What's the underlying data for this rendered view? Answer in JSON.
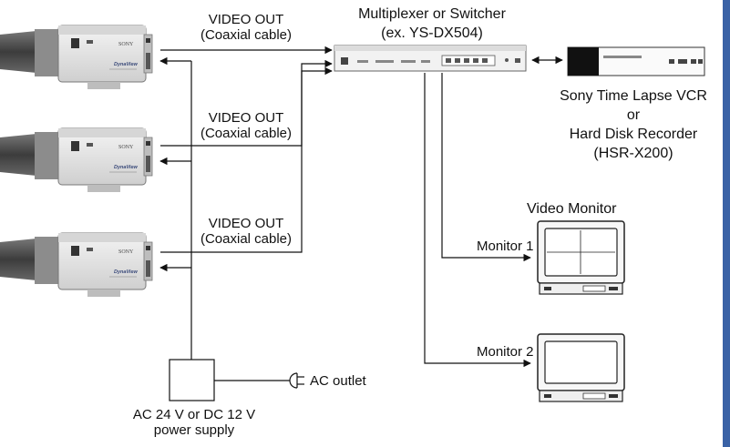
{
  "labels": {
    "video_out_1_title": "VIDEO OUT",
    "video_out_1_sub": "(Coaxial cable)",
    "video_out_2_title": "VIDEO OUT",
    "video_out_2_sub": "(Coaxial cable)",
    "video_out_3_title": "VIDEO OUT",
    "video_out_3_sub": "(Coaxial cable)",
    "multiplexer_title": "Multiplexer or Switcher",
    "multiplexer_model": "(ex. YS-DX504)",
    "recorder_line1": "Sony Time Lapse VCR",
    "recorder_line2": "or",
    "recorder_line3": "Hard Disk Recorder",
    "recorder_line4": "(HSR-X200)",
    "video_monitor": "Video Monitor",
    "monitor_1": "Monitor 1",
    "monitor_2": "Monitor 2",
    "ac_outlet": "AC outlet",
    "power_line1": "AC 24 V or DC 12 V",
    "power_line2": "power supply"
  },
  "camera_branding": {
    "brand": "SONY",
    "model": "DynaView"
  },
  "colors": {
    "line": "#111111",
    "camera_body": "#e4e4e4",
    "lens": "#555555",
    "accent_bar": "#3a62a6"
  }
}
